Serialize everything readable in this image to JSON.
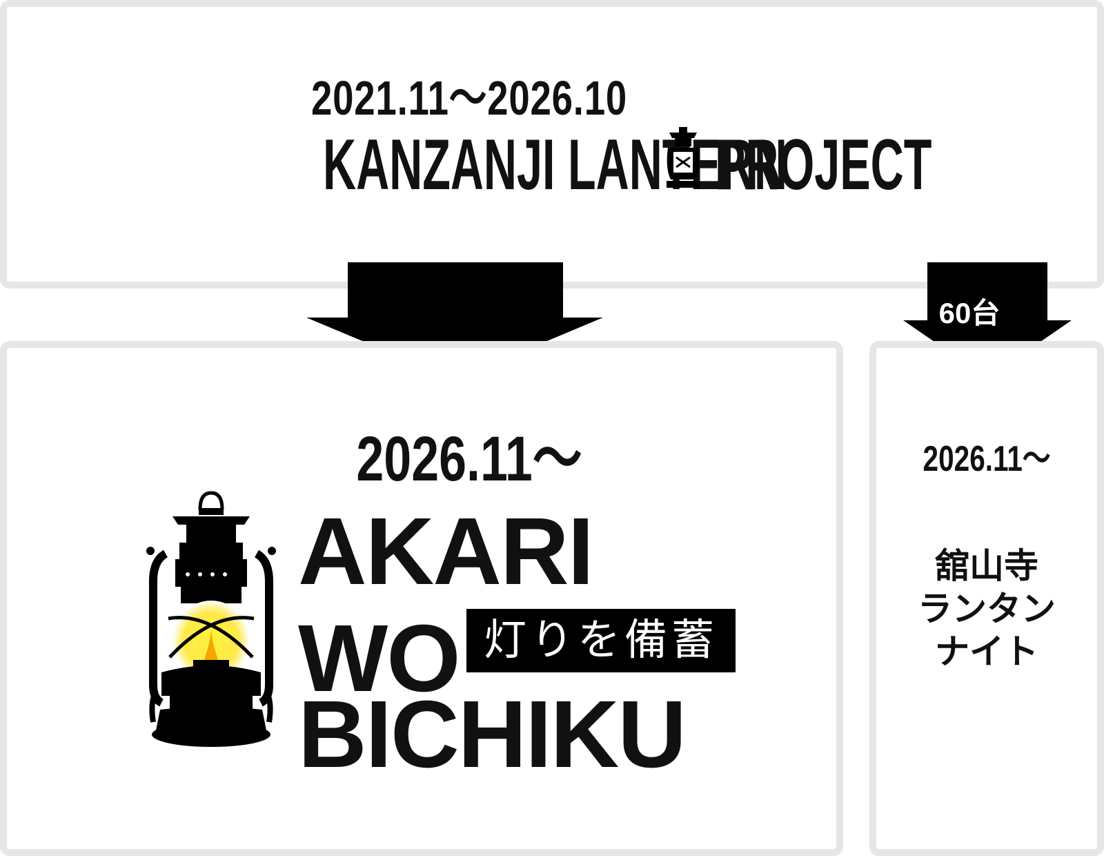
{
  "top_section": {
    "period": "2021.11～2026.10",
    "project_title_left": "KANZANJI LANTERN",
    "project_title_right": "PROJECT"
  },
  "arrows": {
    "side_label": "60台"
  },
  "main_section": {
    "start_date": "2026.11～",
    "logo_words": [
      "AKARI",
      "WO",
      "BICHIKU"
    ],
    "japanese_badge": "灯りを備蓄"
  },
  "side_section": {
    "start_date": "2026.11～",
    "event_lines": [
      "舘山寺",
      "ランタン",
      "ナイト"
    ]
  },
  "colors": {
    "border": "#e6e6e6",
    "ink": "#000000",
    "flame_glow": "#fff23a",
    "flame_core": "#f2a800"
  },
  "icons": [
    "lantern-icon",
    "down-arrow-icon"
  ]
}
